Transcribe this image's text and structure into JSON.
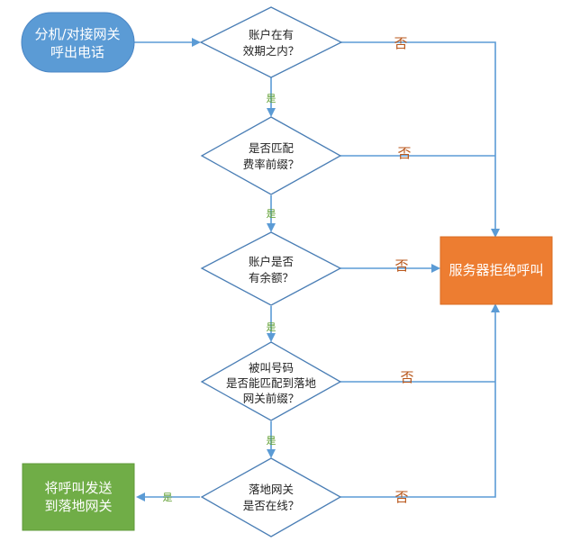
{
  "start": {
    "lines": [
      "分机/对接网关",
      "呼出电话"
    ]
  },
  "decisions": [
    {
      "lines": [
        "账户在有",
        "效期之内？"
      ]
    },
    {
      "lines": [
        "是否匹配",
        "费率前缀？"
      ]
    },
    {
      "lines": [
        "账户是否",
        "有余额？"
      ]
    },
    {
      "lines": [
        "被叫号码",
        "是否能匹配到落地",
        "网关前缀？"
      ]
    },
    {
      "lines": [
        "落地网关",
        "是否在线？"
      ]
    }
  ],
  "reject": {
    "label": "服务器拒绝呼叫"
  },
  "send": {
    "lines": [
      "将呼叫发送",
      "到落地网关"
    ]
  },
  "yes_label": "是",
  "no_label": "否",
  "colors": {
    "start": "#5b9bd5",
    "reject": "#ed7d31",
    "send": "#70ad47",
    "line": "#5b9bd5",
    "decision_fill": "#ffffff",
    "decision_stroke": "#4a7eb5"
  }
}
